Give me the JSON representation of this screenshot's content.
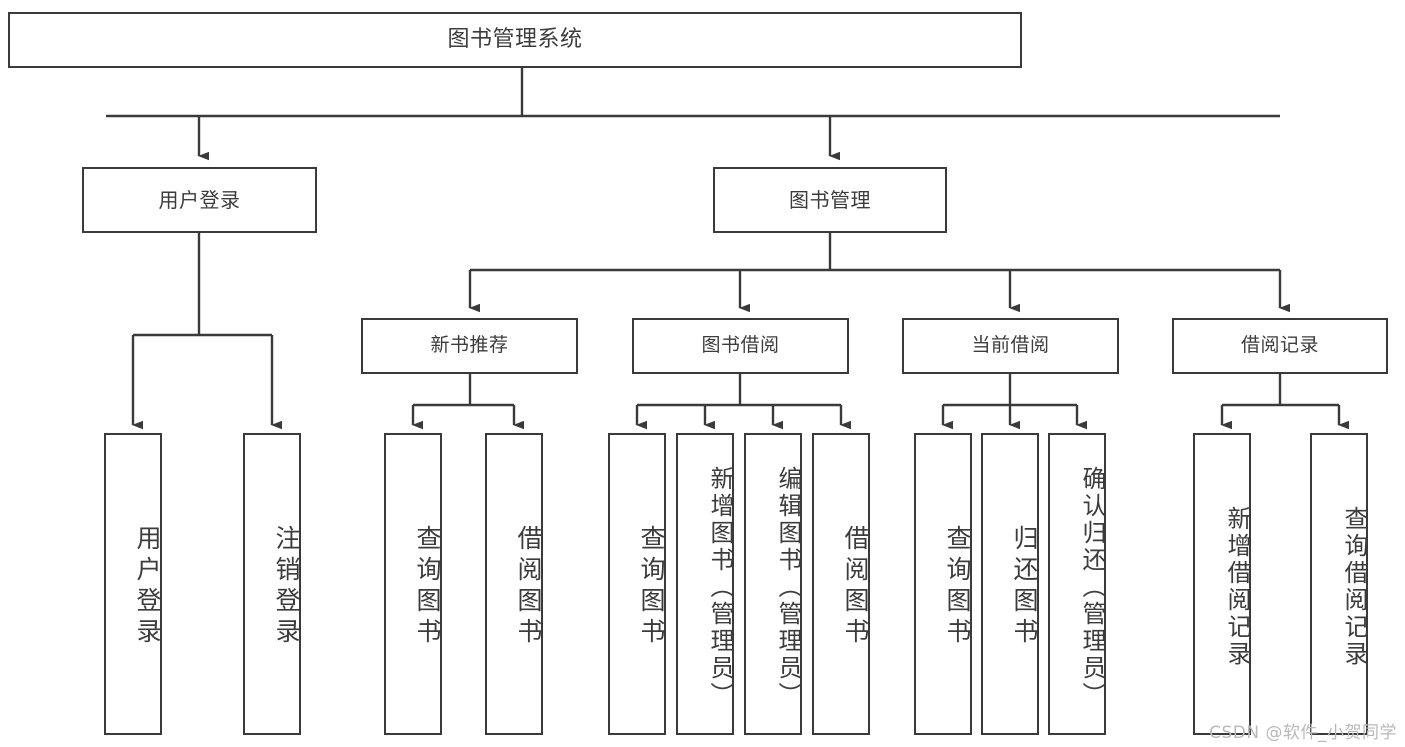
{
  "diagram": {
    "title": "图书管理系统",
    "watermark": "CSDN @软件_小贺同学",
    "colors": {
      "box_border": "#3a3a3a",
      "edge": "#3a3a3a",
      "text": "#3c3c3c",
      "background": "#ffffff",
      "watermark": "#b9b9b9"
    },
    "nodes": {
      "root": {
        "label": "图书管理系统"
      },
      "level2": [
        {
          "label": "用户登录"
        },
        {
          "label": "图书管理"
        }
      ],
      "level3": [
        {
          "label": "新书推荐"
        },
        {
          "label": "图书借阅"
        },
        {
          "label": "当前借阅"
        },
        {
          "label": "借阅记录"
        }
      ],
      "leaves": {
        "user_login": [
          {
            "label": "用户登录"
          },
          {
            "label": "注销登录"
          }
        ],
        "new_book_recommend": [
          {
            "label": "查询图书"
          },
          {
            "label": "借阅图书"
          }
        ],
        "book_borrow": [
          {
            "label": "查询图书"
          },
          {
            "label": "新增图书（管理员）"
          },
          {
            "label": "编辑图书（管理员）"
          },
          {
            "label": "借阅图书"
          }
        ],
        "current_borrow": [
          {
            "label": "查询图书"
          },
          {
            "label": "归还图书"
          },
          {
            "label": "确认归还（管理员）"
          }
        ],
        "borrow_record": [
          {
            "label": "新增借阅记录"
          },
          {
            "label": "查询借阅记录"
          }
        ]
      }
    }
  }
}
